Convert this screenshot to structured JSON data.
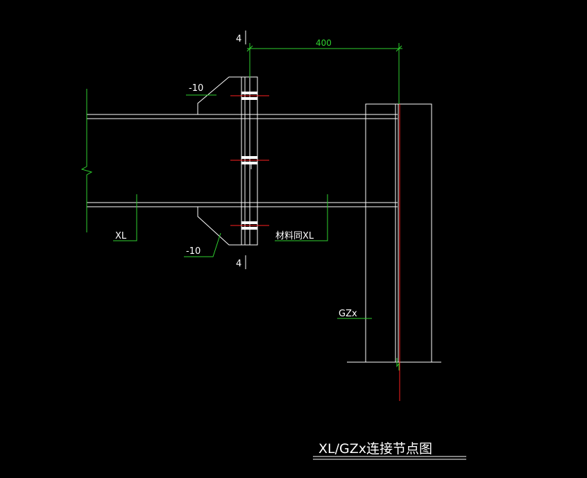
{
  "labels": {
    "section_top": "4",
    "section_bottom": "4",
    "dimension": "400",
    "plate_top": "-10",
    "plate_bottom": "-10",
    "beam": "XL",
    "same_material": "材料同XL",
    "column": "GZx"
  },
  "title": "XL/GZx连接节点图",
  "colors": {
    "background": "#000000",
    "linework": "#ffffff",
    "dimension": "#2fd22f",
    "centerline": "#ff2020"
  }
}
